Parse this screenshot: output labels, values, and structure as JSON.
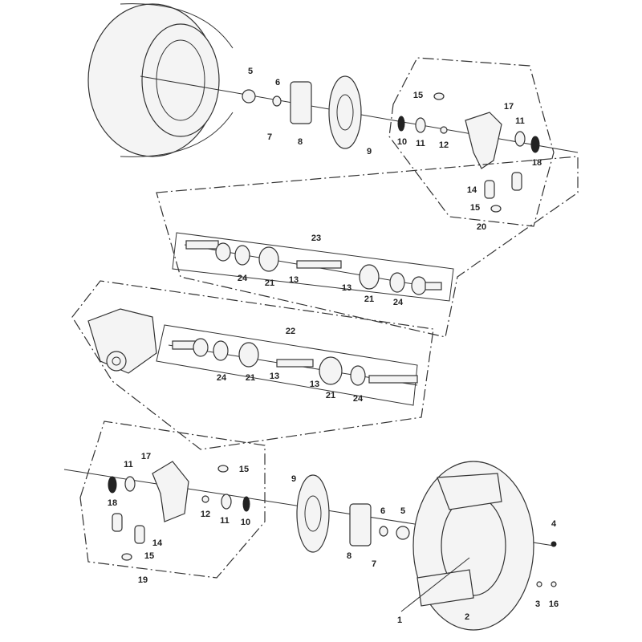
{
  "title": "Rear axle / wheel exploded parts diagram",
  "callouts": {
    "top_wheel": [
      "5",
      "6",
      "7",
      "8",
      "9"
    ],
    "top_knuckle": [
      "10",
      "11",
      "12",
      "15",
      "17",
      "11",
      "18",
      "14",
      "15",
      "20"
    ],
    "shaft_upper": [
      "23",
      "24",
      "21",
      "13",
      "13",
      "21",
      "24"
    ],
    "shaft_lower": [
      "22",
      "24",
      "21",
      "13",
      "13",
      "21",
      "24"
    ],
    "bottom_knuckle": [
      "17",
      "11",
      "18",
      "15",
      "12",
      "11",
      "10",
      "14",
      "15",
      "19"
    ],
    "bottom_wheel": [
      "9",
      "6",
      "5",
      "8",
      "7",
      "4",
      "3",
      "16",
      "1",
      "2"
    ]
  }
}
